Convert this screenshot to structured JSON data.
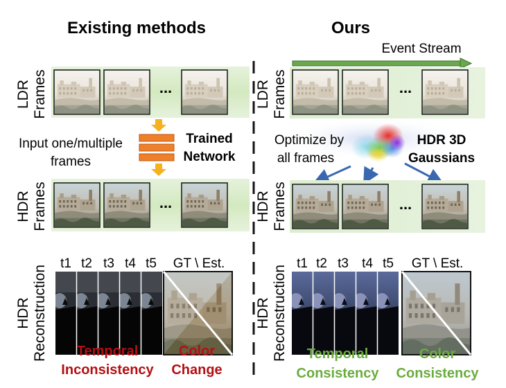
{
  "left": {
    "title": "Existing methods",
    "ldr_label": [
      "LDR",
      "Frames"
    ],
    "hdr_label": [
      "HDR",
      "Frames"
    ],
    "recon_label": [
      "HDR",
      "Reconstruction"
    ],
    "input_text": [
      "Input one/multiple",
      "frames"
    ],
    "network_text": [
      "Trained",
      "Network"
    ],
    "dots": "...",
    "time_labels": [
      "t1",
      "t2",
      "t3",
      "t4",
      "t5"
    ],
    "gt_label": "GT \\ Est.",
    "temporal": [
      "Temporal",
      "Inconsistency"
    ],
    "color": [
      "Color",
      "Change"
    ]
  },
  "right": {
    "title": "Ours",
    "event_stream": "Event Stream",
    "ldr_label": [
      "LDR",
      "Frames"
    ],
    "hdr_label": [
      "HDR",
      "Frames"
    ],
    "recon_label": [
      "HDR",
      "Reconstruction"
    ],
    "optimize_text": [
      "Optimize by",
      "all frames"
    ],
    "gaussians_text": [
      "HDR 3D",
      "Gaussians"
    ],
    "dots": "...",
    "time_labels": [
      "t1",
      "t2",
      "t3",
      "t4",
      "t5"
    ],
    "gt_label": "GT \\ Est.",
    "temporal": [
      "Temporal",
      "Consistency"
    ],
    "color": [
      "Color",
      "Consistency"
    ]
  },
  "colors": {
    "red": "#b40f12",
    "green": "#6aac3e",
    "band": "#d6ebc4",
    "network_orange": "#f07f29",
    "arrow_yellow": "#f6b21c",
    "arrow_blue": "#3a68b0",
    "event_arrow": "#6aa84f"
  }
}
